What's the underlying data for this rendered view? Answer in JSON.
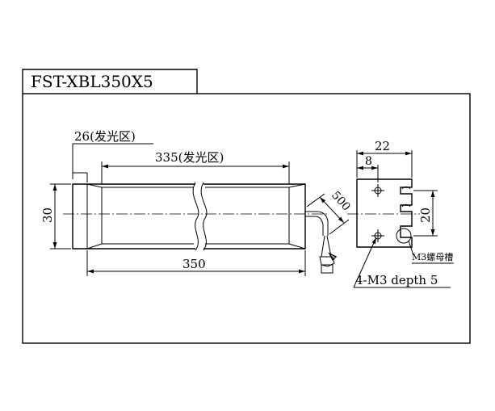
{
  "title": "FST-XBL350X5",
  "dimensions": {
    "emitting_width": "26(发光区)",
    "emitting_length": "335(发光区)",
    "height": "30",
    "total_length": "350",
    "cable": "500",
    "side_width": "22",
    "side_offset": "8",
    "side_slot_span": "20",
    "nut_slot": "M3螺母槽",
    "mounting_holes": "4-M3 depth 5"
  }
}
